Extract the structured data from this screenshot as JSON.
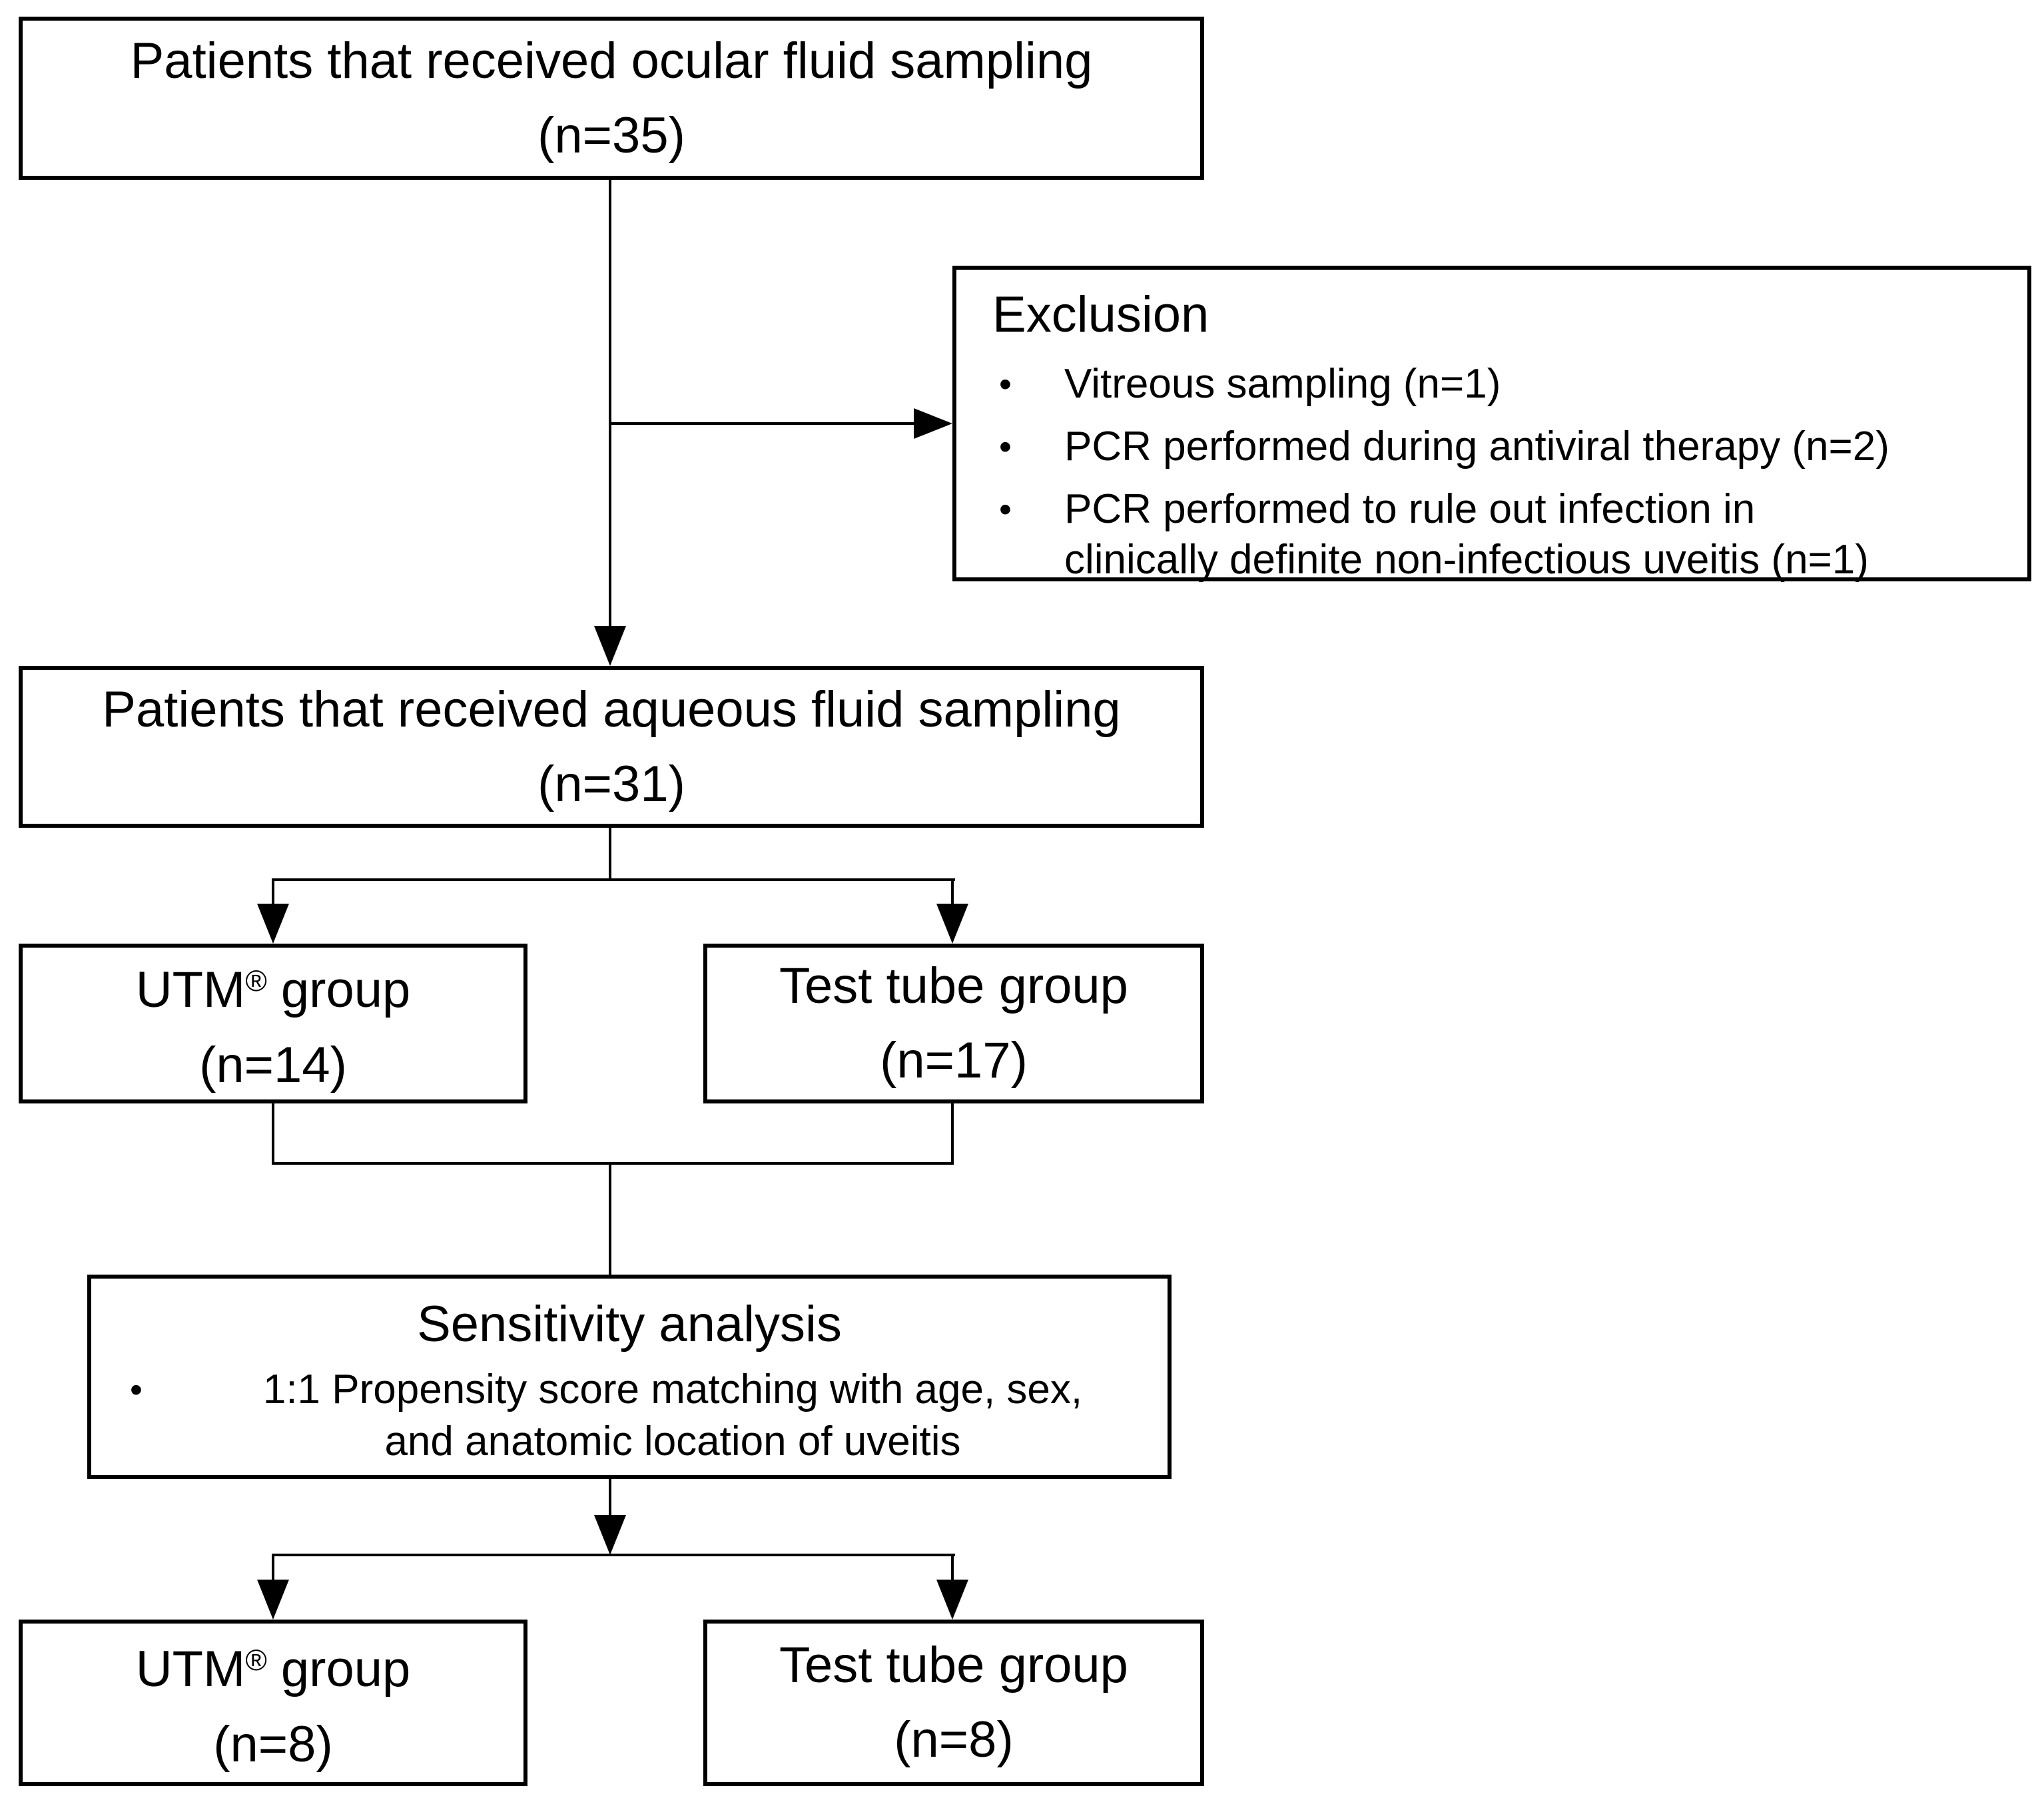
{
  "colors": {
    "line": "#000000",
    "text": "#000000",
    "background": "#ffffff"
  },
  "nodes": {
    "ocular": {
      "line1": "Patients that received ocular fluid sampling",
      "line2": "(n=35)"
    },
    "exclusion": {
      "title": "Exclusion",
      "bullet": "•",
      "items": [
        "Vitreous sampling (n=1)",
        "PCR performed during antiviral therapy (n=2)",
        [
          "PCR performed to rule out infection in",
          "clinically definite non-infectious uveitis (n=1)"
        ]
      ]
    },
    "aqueous": {
      "line1": "Patients that received aqueous fluid sampling",
      "line2": "(n=31)"
    },
    "utm_initial": {
      "brand": "UTM",
      "reg": "®",
      "rest": " group",
      "line2": "(n=14)"
    },
    "testtube_initial": {
      "line1": "Test tube group",
      "line2": "(n=17)"
    },
    "sensitivity": {
      "title": "Sensitivity analysis",
      "bullet": "•",
      "lines": [
        "1:1 Propensity score matching with age, sex,",
        "and anatomic location of uveitis"
      ]
    },
    "utm_matched": {
      "brand": "UTM",
      "reg": "®",
      "rest": " group",
      "line2": "(n=8)"
    },
    "testtube_matched": {
      "line1": "Test tube group",
      "line2": "(n=8)"
    }
  }
}
